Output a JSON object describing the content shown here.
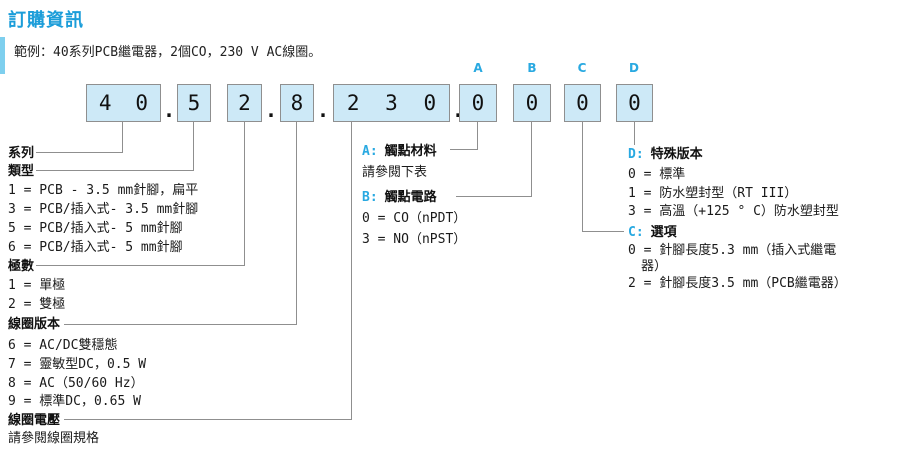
{
  "header": {
    "title": "訂購資訊",
    "example": "範例：40系列PCB繼電器，2個CO，230 V AC線圈。"
  },
  "code": {
    "dot": ".",
    "tag_a": "A",
    "tag_b": "B",
    "tag_c": "C",
    "tag_d": "D",
    "boxes": {
      "series": {
        "digits": [
          "4",
          "0"
        ]
      },
      "type": {
        "digits": [
          "5"
        ]
      },
      "poles": {
        "digits": [
          "2"
        ]
      },
      "coil_version": {
        "digits": [
          "8"
        ]
      },
      "coil_voltage": {
        "digits": [
          "2",
          "3",
          "0"
        ]
      },
      "a": {
        "digits": [
          "0"
        ]
      },
      "b": {
        "digits": [
          "0"
        ]
      },
      "c": {
        "digits": [
          "0"
        ]
      },
      "d": {
        "digits": [
          "0"
        ]
      }
    }
  },
  "sections": {
    "series": {
      "label": "系列"
    },
    "type": {
      "label": "類型",
      "items": [
        "1 = PCB - 3.5 mm針腳，扁平",
        "3 = PCB/插入式- 3.5 mm針腳",
        "5 = PCB/插入式- 5 mm針腳",
        "6 = PCB/插入式- 5 mm針腳"
      ]
    },
    "poles": {
      "label": "極數",
      "items": [
        "1 = 單極",
        "2 = 雙極"
      ]
    },
    "coil_version": {
      "label": "線圈版本",
      "items": [
        "6 = AC/DC雙穩態",
        "7 = 靈敏型DC，0.5 W",
        "8 = AC（50/60 Hz）",
        "9 = 標準DC，0.65 W"
      ]
    },
    "coil_voltage": {
      "label": "線圈電壓",
      "note": "請參閱線圈規格"
    },
    "contact_material": {
      "tag": "A:",
      "label": "觸點材料",
      "note": "請參閱下表"
    },
    "contact_circuit": {
      "tag": "B:",
      "label": "觸點電路",
      "items": [
        "0 = CO（nPDT）",
        "3 = NO（nPST）"
      ]
    },
    "options": {
      "tag": "C:",
      "label": "選項",
      "items": [
        "0 = 針腳長度5.3 mm（插入式繼電",
        "器）",
        "2 = 針腳長度3.5 mm（PCB繼電器）"
      ]
    },
    "special_versions": {
      "tag": "D:",
      "label": "特殊版本",
      "items": [
        "0 = 標準",
        "1 = 防水塑封型（RT III）",
        "3 = 高溫（+125 ° C）防水塑封型"
      ]
    }
  }
}
